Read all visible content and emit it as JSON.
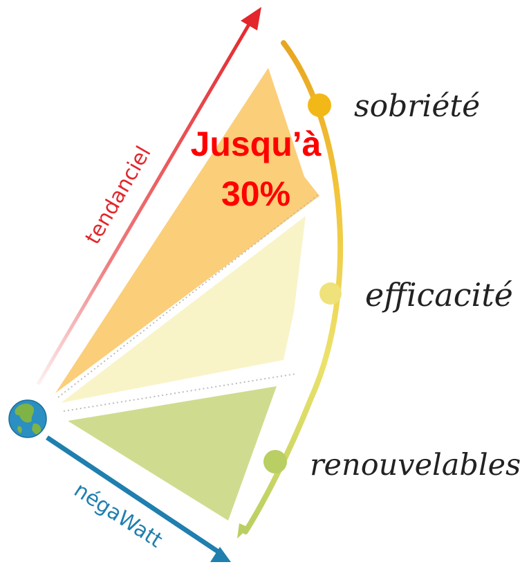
{
  "diagram": {
    "arrow_up_label": "tendanciel",
    "arrow_down_label": "négaWatt",
    "highlight_line1": "Jusqu’à",
    "highlight_line2": "30%",
    "steps": [
      {
        "label": "sobriété",
        "color": "#f2b817"
      },
      {
        "label": "efficacité",
        "color": "#f0e27a"
      },
      {
        "label": "renouvelables",
        "color": "#b9cf63"
      }
    ],
    "colors": {
      "tendanciel_arrow": "#e3262b",
      "negawatt_arrow": "#1f7fae",
      "highlight_text": "#ff0000",
      "wedge_sobriete": "#fbce79",
      "wedge_efficacite": "#f8f4c8",
      "wedge_renouvelables": "#cfdc8f",
      "globe_ocean": "#2b8fc2",
      "globe_land": "#7fb346"
    },
    "icons": {
      "origin": "globe-icon"
    }
  }
}
